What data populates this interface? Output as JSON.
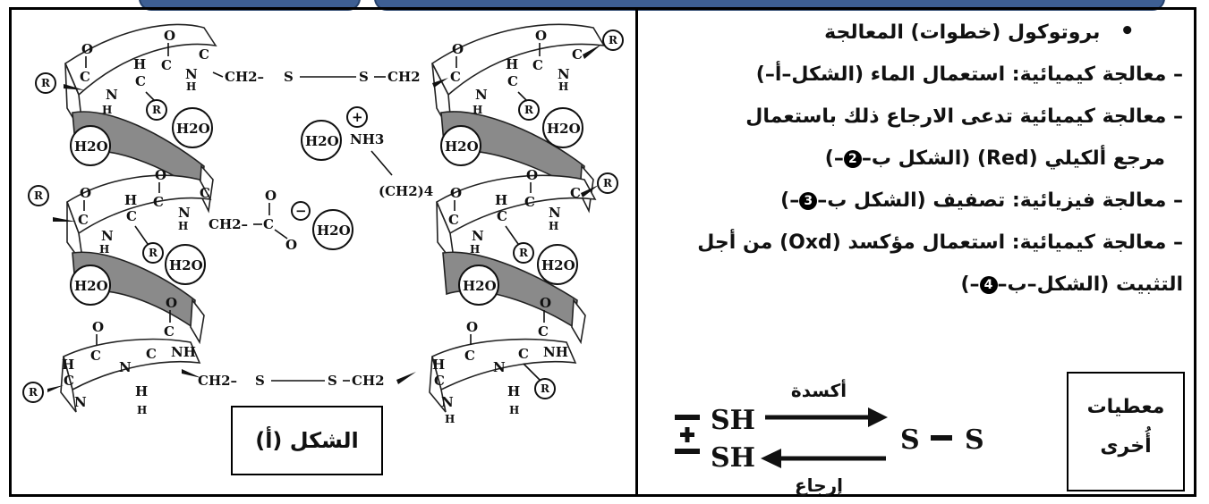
{
  "diagram": {
    "caption": "الشكل (أ)",
    "labels": {
      "R": "R",
      "C": "C",
      "N": "N",
      "H": "H",
      "O": "O",
      "NH": "NH",
      "H2O": "H2O",
      "NH3": "NH3",
      "CH2": "CH2",
      "CH2_bond": "CH2–",
      "S": "S",
      "CH2_4": "(CH2)4",
      "plus": "+",
      "minus": "−"
    }
  },
  "protocol": {
    "title": "بروتوكول (خطوات) المعالجة",
    "step1": "– معالجة كيميائية: استعمال الماء (الشكل–أ–)",
    "step2_a": "– معالجة كيميائية تدعى الارجاع ذلك باستعمال",
    "step2_b_pre": "مرجع ألكيلي (Red) (الشكل ب–",
    "step2_b_num": "2",
    "step2_b_post": "–)",
    "step3_pre": "– معالجة فيزيائية: تصفيف (الشكل ب–",
    "step3_num": "3",
    "step3_post": "–)",
    "step4_a": "– معالجة كيميائية: استعمال مؤكسد (Oxd) من أجل",
    "step4_b_pre": "التثبيت (الشكل–ب–",
    "step4_b_num": "4",
    "step4_b_post": "–)"
  },
  "other_data": {
    "line1": "معطيات",
    "line2": "أُخرى"
  },
  "redox": {
    "oxidation": "أكسدة",
    "reduction": "إرجاع",
    "sh_top": "SH",
    "sh_bottom": "SH",
    "product": "S — S",
    "minus": "—",
    "plus": "+"
  }
}
